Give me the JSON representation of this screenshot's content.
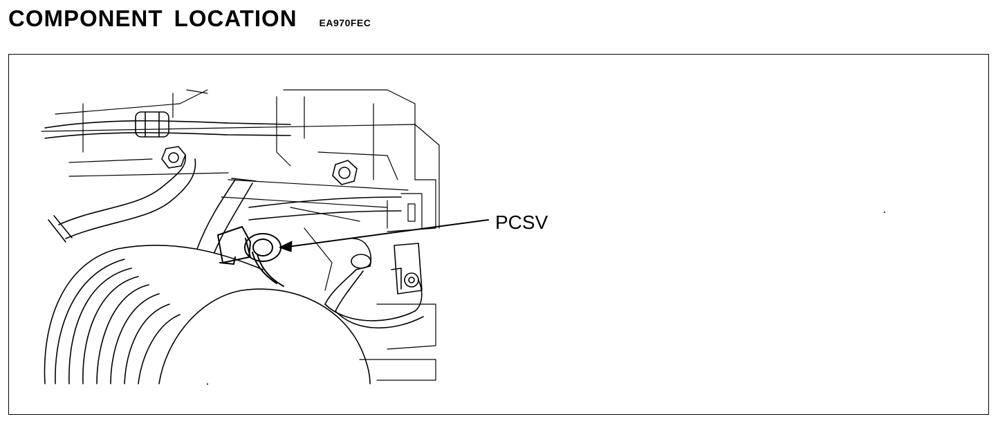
{
  "header": {
    "title": "COMPONENT LOCATION",
    "code": "EA970FEC"
  },
  "diagram": {
    "callout_label": "PCSV"
  }
}
